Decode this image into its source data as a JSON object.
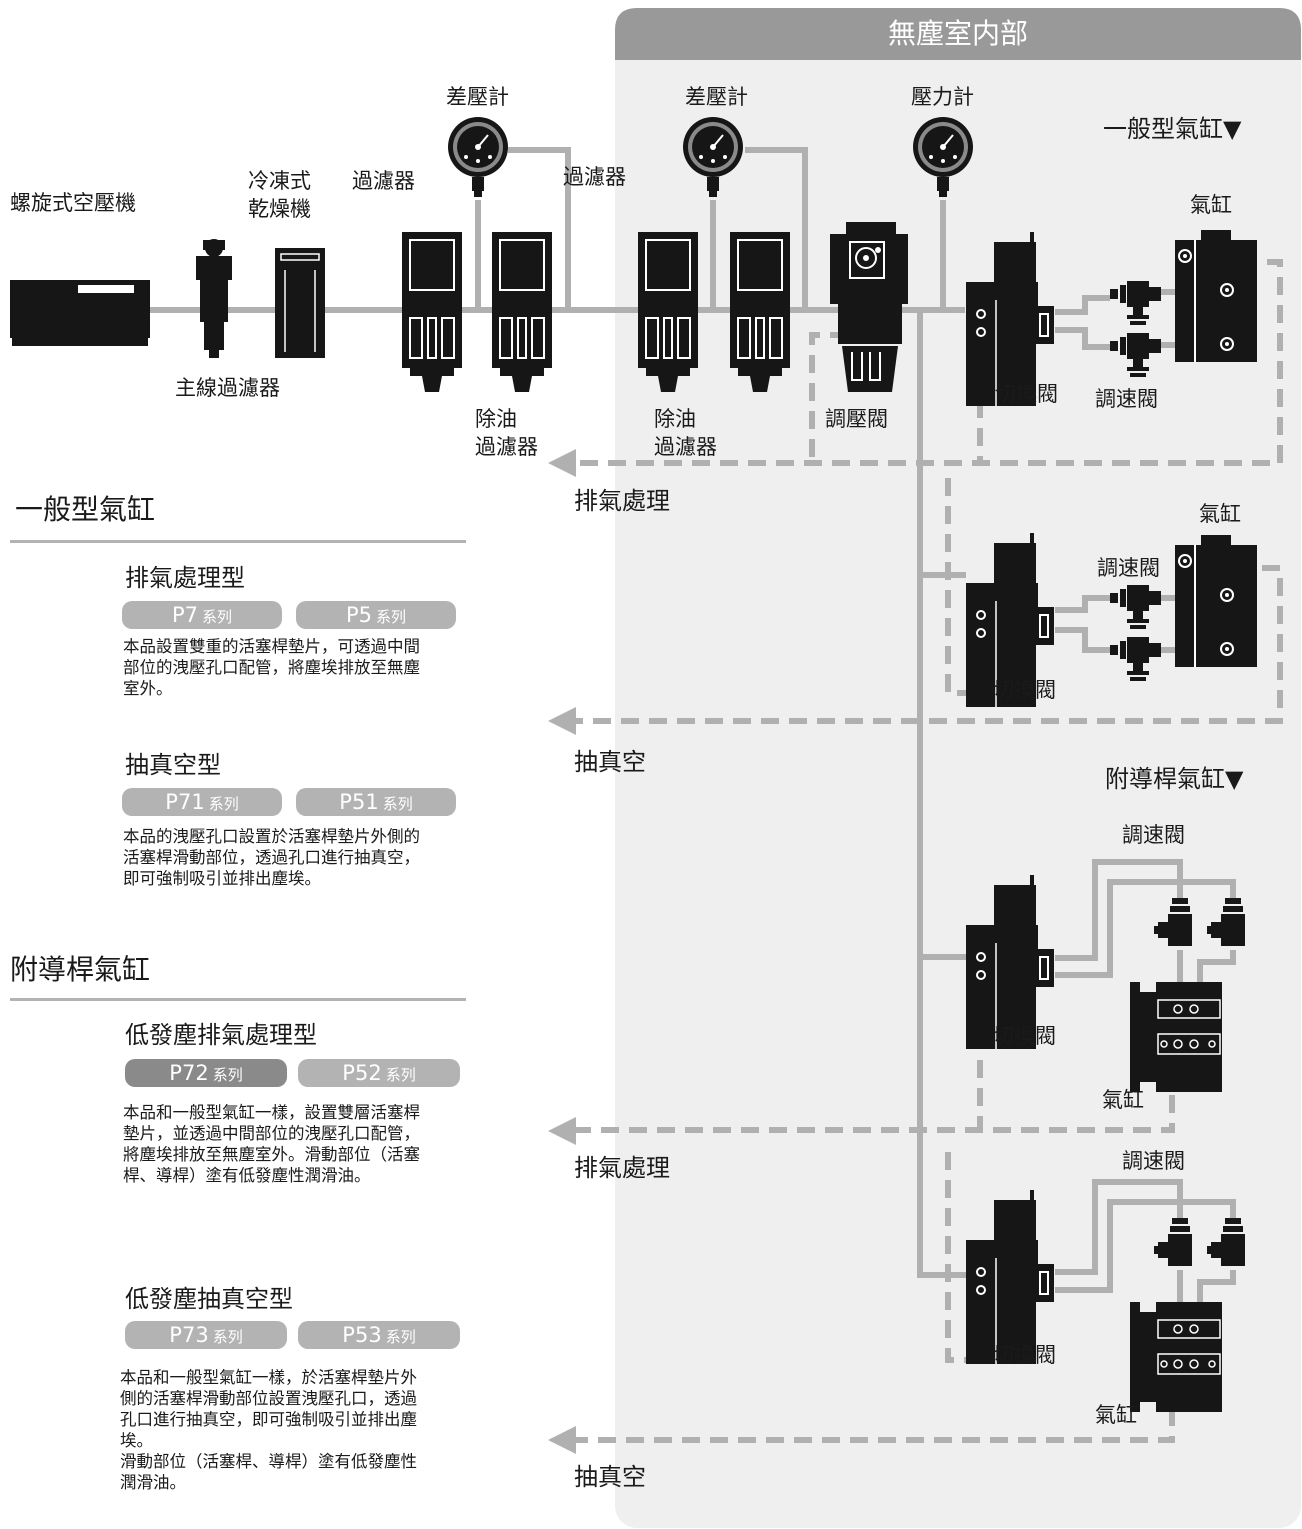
{
  "header": {
    "cleanroom_title": "無塵室内部"
  },
  "labels": {
    "compressor": "螺旋式空壓機",
    "refrigerated_dryer": [
      "冷凍式",
      "乾燥機"
    ],
    "main_line_filter": "主線過濾器",
    "filter_1": "過濾器",
    "filter_2": "過濾器",
    "diff_gauge_1": "差壓計",
    "diff_gauge_2": "差壓計",
    "pressure_gauge": "壓力計",
    "oil_filter_1": [
      "除油",
      "過濾器"
    ],
    "oil_filter_2": [
      "除油",
      "過濾器"
    ],
    "regulator": "調壓閥",
    "general_cylinder_heading": "一般型氣缸▼",
    "guided_cylinder_heading": "附導桿氣缸▼",
    "cylinder": "氣缸",
    "switch_valve": "切換閥",
    "speed_valve": "調速閥",
    "exhaust_treatment": "排氣處理",
    "vacuum": "抽真空"
  },
  "sections": [
    {
      "title": "一般型氣缸",
      "types": [
        {
          "title": "排氣處理型",
          "pills": [
            {
              "code": "P7",
              "suffix": "系列"
            },
            {
              "code": "P5",
              "suffix": "系列"
            }
          ],
          "desc": [
            "本品設置雙重的活塞桿墊片，可透過中間",
            "部位的洩壓孔口配管，將塵埃排放至無塵",
            "室外。"
          ]
        },
        {
          "title": "抽真空型",
          "pills": [
            {
              "code": "P71",
              "suffix": "系列"
            },
            {
              "code": "P51",
              "suffix": "系列"
            }
          ],
          "desc": [
            "本品的洩壓孔口設置於活塞桿墊片外側的",
            "活塞桿滑動部位，透過孔口進行抽真空，",
            "即可強制吸引並排出塵埃。"
          ]
        }
      ]
    },
    {
      "title": "附導桿氣缸",
      "types": [
        {
          "title": "低發塵排氣處理型",
          "pills": [
            {
              "code": "P72",
              "suffix": "系列"
            },
            {
              "code": "P52",
              "suffix": "系列"
            }
          ],
          "desc": [
            "本品和一般型氣缸一樣，設置雙層活塞桿",
            "墊片，並透過中間部位的洩壓孔口配管，",
            "將塵埃排放至無塵室外。滑動部位（活塞",
            "桿、導桿）塗有低發塵性潤滑油。"
          ]
        },
        {
          "title": "低發塵抽真空型",
          "pills": [
            {
              "code": "P73",
              "suffix": "系列"
            },
            {
              "code": "P53",
              "suffix": "系列"
            }
          ],
          "desc": [
            "本品和一般型氣缸一樣，於活塞桿墊片外",
            "側的活塞桿滑動部位設置洩壓孔口，透過",
            "孔口進行抽真空，即可強制吸引並排出塵",
            "埃。",
            "滑動部位（活塞桿、導桿）塗有低發塵性",
            "潤滑油。"
          ]
        }
      ]
    }
  ],
  "colors": {
    "region_bg": "#efefef",
    "region_header": "#999999",
    "pipe": "#b0b0b0",
    "dashed": "#b0b0b0",
    "device": "#161616",
    "pill": "#b3b3b3",
    "pill_dark": "#8a8a8a"
  }
}
